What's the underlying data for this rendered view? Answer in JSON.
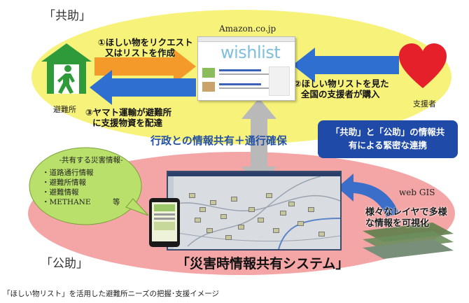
{
  "labels": {
    "kyojo": "「共助」",
    "kojo": "「公助」",
    "amazon": "Amazon.co.jp",
    "wishlist_logo": "wishlist",
    "shelter": "避難所",
    "supporter": "支援者",
    "webgis": "web GIS",
    "system_title": "「災害時情報共有システム」",
    "caption": "「ほしい物リスト」を活用した避難所ニーズの把握･支援イメージ"
  },
  "steps": {
    "step1_line1": "①ほしい物をリクエスト",
    "step1_line2": "又はリストを作成",
    "step2_line1": "②ほしい物リストを見た",
    "step2_line2": "全国の支援者が購入",
    "step3_line1": "③ヤマト運輸が避難所",
    "step3_line2": "に支援物資を配達"
  },
  "middle": {
    "info_share": "行政との情報共有＋通行確保",
    "collab_line1": "「共助」と「公助」の情報共",
    "collab_line2": "有による緊密な連携"
  },
  "bubble": {
    "title": "-共有する災害情報-",
    "items": [
      "・道路通行情報",
      "・避難所情報",
      "・避難情報",
      "・METHANE　　　等"
    ]
  },
  "layers": {
    "line1": "様々なレイヤで多様",
    "line2": "な情報を可視化"
  },
  "colors": {
    "kyojo_ellipse": "#f7f27a",
    "kojo_ellipse": "#f4a6a6",
    "orange_arrow": "#f39a2b",
    "blue_arrow": "#2f6fd0",
    "shelter_green": "#2e9a3a",
    "heart_red": "#e5202a",
    "collab_box": "#1f4aa8",
    "bubble_green": "#b8e06a"
  }
}
